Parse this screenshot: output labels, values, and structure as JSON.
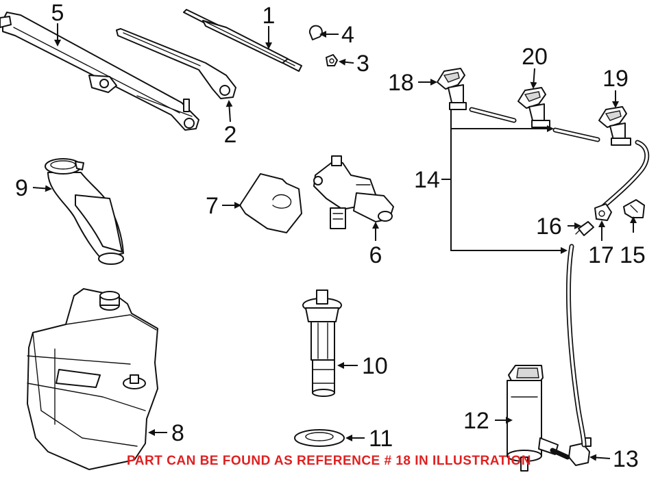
{
  "callouts": {
    "c1": "1",
    "c2": "2",
    "c3": "3",
    "c4": "4",
    "c5": "5",
    "c6": "6",
    "c7": "7",
    "c8": "8",
    "c9": "9",
    "c10": "10",
    "c11": "11",
    "c12": "12",
    "c13": "13",
    "c14": "14",
    "c15": "15",
    "c16": "16",
    "c17": "17",
    "c18": "18",
    "c19": "19",
    "c20": "20"
  },
  "footer": {
    "text": "PART CAN BE FOUND AS REFERENCE # 18 IN ILLUSTRATION",
    "color": "#e02020"
  },
  "parts": [
    {
      "ref": "1",
      "icon": "wiper-blade-icon"
    },
    {
      "ref": "2",
      "icon": "wiper-arm-icon"
    },
    {
      "ref": "3",
      "icon": "nut-icon"
    },
    {
      "ref": "4",
      "icon": "cap-icon"
    },
    {
      "ref": "5",
      "icon": "wiper-linkage-icon"
    },
    {
      "ref": "6",
      "icon": "wiper-motor-icon"
    },
    {
      "ref": "7",
      "icon": "seal-pad-icon"
    },
    {
      "ref": "8",
      "icon": "reservoir-icon"
    },
    {
      "ref": "9",
      "icon": "filler-neck-icon"
    },
    {
      "ref": "10",
      "icon": "level-sensor-icon"
    },
    {
      "ref": "11",
      "icon": "grommet-icon"
    },
    {
      "ref": "12",
      "icon": "washer-pump-icon"
    },
    {
      "ref": "13",
      "icon": "connector-icon"
    },
    {
      "ref": "14",
      "icon": "hose-icon"
    },
    {
      "ref": "15",
      "icon": "clip-icon"
    },
    {
      "ref": "16",
      "icon": "check-valve-icon"
    },
    {
      "ref": "17",
      "icon": "fitting-icon"
    },
    {
      "ref": "18",
      "icon": "washer-nozzle-icon"
    },
    {
      "ref": "19",
      "icon": "washer-nozzle-icon"
    },
    {
      "ref": "20",
      "icon": "washer-nozzle-icon"
    }
  ]
}
